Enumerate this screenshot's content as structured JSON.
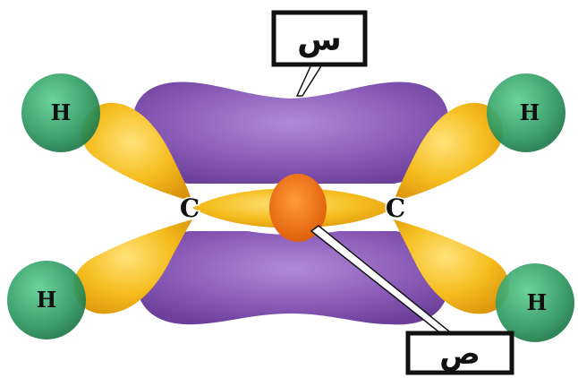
{
  "labels": {
    "pi_bond_callout": "س",
    "sigma_bond_callout": "ص"
  },
  "atoms": {
    "carbon_left": "C",
    "carbon_right": "C",
    "hydrogen_top_left": "H",
    "hydrogen_top_right": "H",
    "hydrogen_bottom_left": "H",
    "hydrogen_bottom_right": "H"
  },
  "colors": {
    "pi_lobe": "#8a5cb8",
    "sp2_lobe": "#f2b81a",
    "sigma_overlap": "#f07a1a",
    "hydrogen": "#2f9a62",
    "callout_border": "#111111"
  }
}
